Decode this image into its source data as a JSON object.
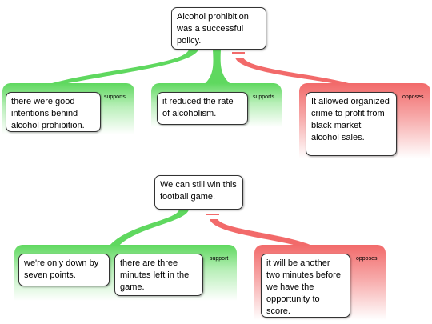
{
  "colors": {
    "support": "#5fd85f",
    "oppose": "#f26a6a"
  },
  "map1": {
    "claim": "Alcohol prohibition was a successful policy.",
    "support1": {
      "label": "supports",
      "reason": "there were good intentions behind alcohol prohibition."
    },
    "support2": {
      "label": "supports",
      "reason": "it reduced the rate of alcoholism."
    },
    "oppose1": {
      "label": "opposes",
      "reason": "It allowed organized crime to profit from black market alcohol sales."
    }
  },
  "map2": {
    "claim": "We can still win this football game.",
    "support1": {
      "label": "support",
      "reasons": [
        "we're only down by seven points.",
        "there are three minutes left in the game."
      ]
    },
    "oppose1": {
      "label": "opposes",
      "reason": "it will be another two minutes before we have the opportunity to score."
    }
  }
}
